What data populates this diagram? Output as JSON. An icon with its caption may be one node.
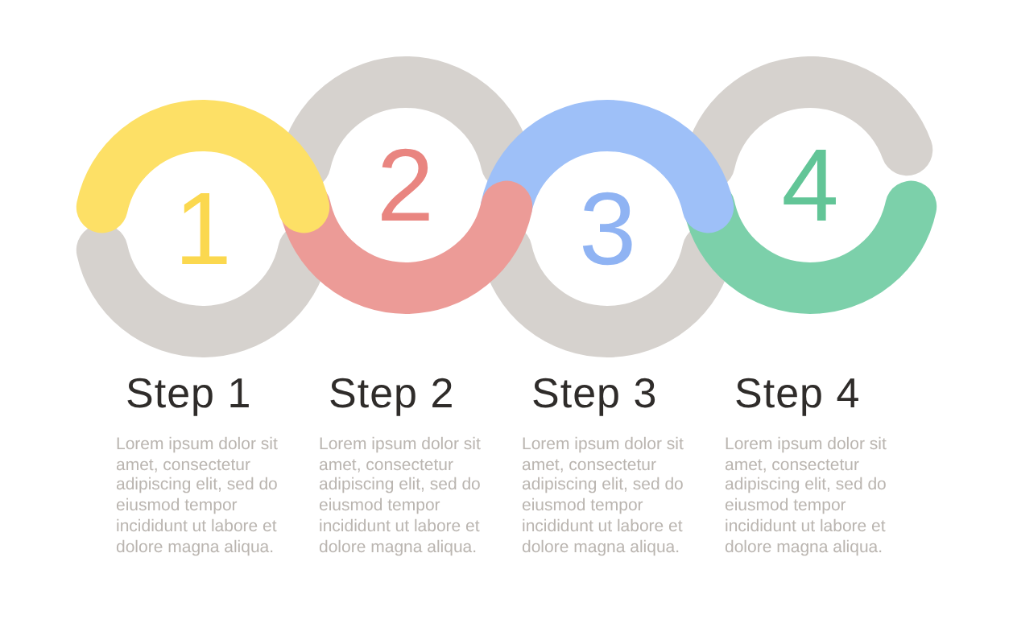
{
  "diagram": {
    "nodes": [
      {
        "text": [
          "1"
        ],
        "beside": [
          "Step 1",
          "Lorem ipsum dolor sit amet, consectetur adipiscing elit, sed do eiusmod tempor incididunt ut labore et dolore magna aliqua."
        ]
      },
      {
        "text": [
          "2"
        ],
        "beside": [
          "Step 2",
          "Lorem ipsum dolor sit amet, consectetur adipiscing elit, sed do eiusmod tempor incididunt ut labore et dolore magna aliqua."
        ]
      },
      {
        "text": [
          "3"
        ],
        "beside": [
          "Step 3",
          "Lorem ipsum dolor sit amet, consectetur adipiscing elit, sed do eiusmod tempor incididunt ut labore et dolore magna aliqua."
        ]
      },
      {
        "text": [
          "4"
        ],
        "beside": [
          "Step 4",
          "Lorem ipsum dolor sit amet, consectetur adipiscing elit, sed do eiusmod tempor incididunt ut labore et dolore magna aliqua."
        ]
      }
    ]
  }
}
